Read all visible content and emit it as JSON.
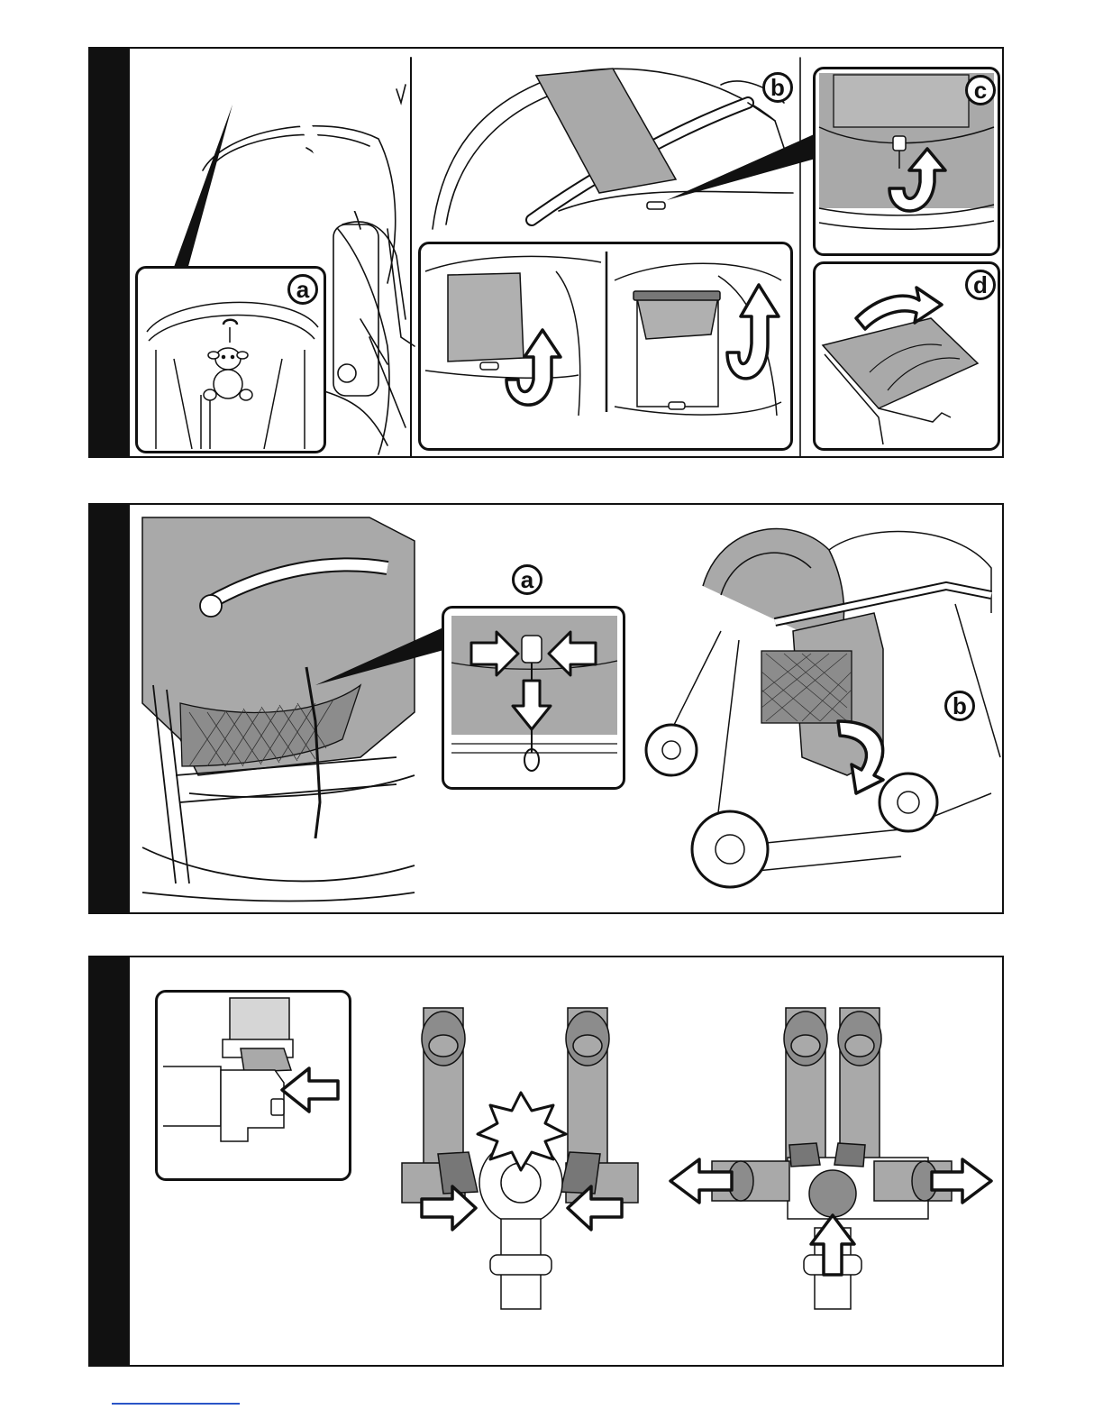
{
  "panels": [
    {
      "id": "panel-1",
      "labels": {
        "a": "a",
        "b": "b",
        "c": "c",
        "d": "d"
      }
    },
    {
      "id": "panel-2",
      "labels": {
        "a": "a",
        "b": "b"
      }
    },
    {
      "id": "panel-3",
      "labels": {}
    }
  ],
  "icons": [
    "arrow-icon",
    "curved-arrow-icon",
    "burst-icon",
    "toy-icon",
    "zoom-wedge-icon"
  ],
  "colors": {
    "ink": "#111111",
    "fabric_gray": "#a9a9a9",
    "light_gray": "#d6d6d6",
    "footer_link": "#2a55c7"
  }
}
